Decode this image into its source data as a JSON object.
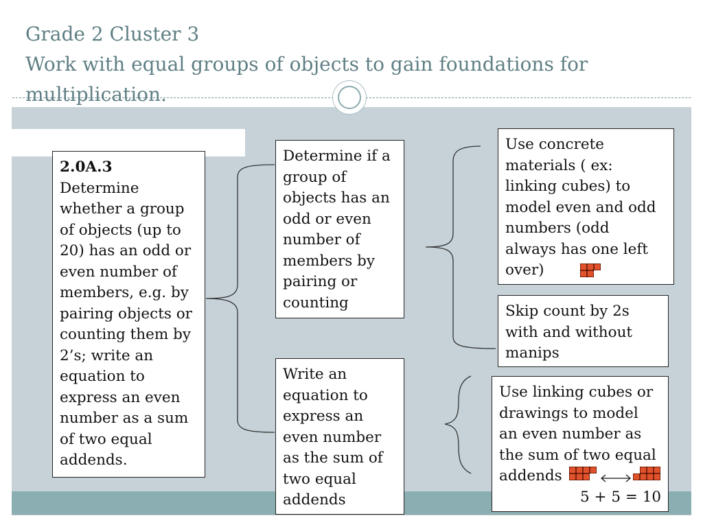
{
  "title": {
    "line1": "Grade 2 Cluster 3",
    "line2": "Work with equal groups of objects to gain foundations for",
    "line3": "multiplication."
  },
  "standard_box": {
    "code": "2.0A.3",
    "lines": [
      "Determine",
      "whether a group",
      "of objects (up to",
      "20) has an odd or",
      "even number of",
      "members, e.g. by",
      "pairing objects or",
      "counting them by",
      "2’s; write an",
      "equation to",
      "express an even",
      "number as a sum",
      "of two equal",
      "addends."
    ]
  },
  "middle_top_box": {
    "lines": [
      "Determine if a",
      "group of",
      "objects has an",
      "odd or even",
      "number of",
      "members by",
      "pairing or",
      "counting"
    ]
  },
  "middle_bottom_box": {
    "lines": [
      "Write an",
      "equation to",
      "express an",
      "even number",
      "as the sum of",
      "two equal",
      "addends"
    ]
  },
  "right_box_1": {
    "lines": [
      "Use concrete",
      "materials ( ex:",
      "linking cubes) to",
      "model even and odd",
      "numbers (odd",
      "always has one left",
      "over)"
    ]
  },
  "right_box_2": {
    "lines": [
      "Skip count by 2s",
      "with and without",
      "manips"
    ]
  },
  "right_box_3": {
    "lines": [
      "Use linking cubes or",
      "drawings to model",
      "an even number as",
      "the sum of two equal",
      "addends"
    ],
    "equation": "5 + 5 = 10",
    "arrow_icon": "double-arrow"
  },
  "colors": {
    "title": "#5f7f84",
    "content_bg": "#c6d2d8",
    "footer_band": "#8aaeb1",
    "cube": "#e0522b"
  }
}
